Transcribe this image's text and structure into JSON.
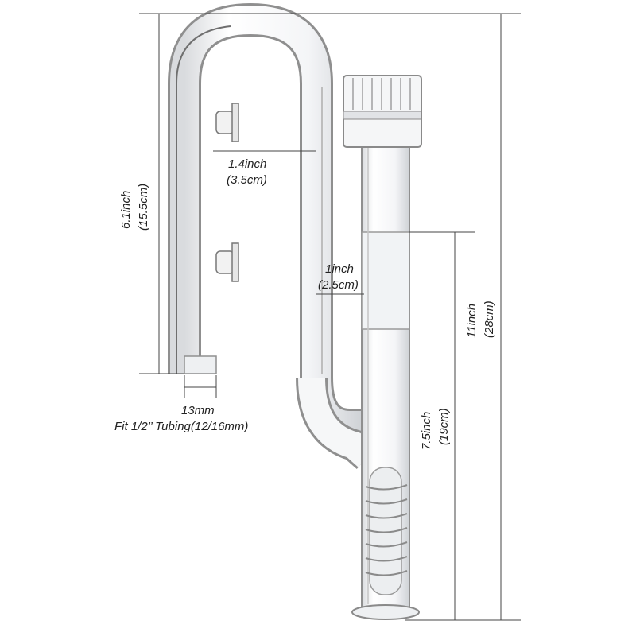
{
  "dimensions": {
    "total_height": {
      "primary": "6.1inch",
      "secondary": "(15.5cm)"
    },
    "u_width": {
      "primary": "1.4inch",
      "secondary": "(3.5cm)"
    },
    "tube_diameter": {
      "primary": "1inch",
      "secondary": "(2.5cm)"
    },
    "overall_length": {
      "primary": "11inch",
      "secondary": "(28cm)"
    },
    "lower_length": {
      "primary": "7.5inch",
      "secondary": "(19cm)"
    },
    "outlet_diameter": {
      "value": "13mm",
      "note": "Fit 1/2’’ Tubing(12/16mm)"
    }
  },
  "colors": {
    "glass_edge": "#9a9a9a",
    "glass_fill": "#f3f4f6",
    "dimension_line": "#444444"
  }
}
